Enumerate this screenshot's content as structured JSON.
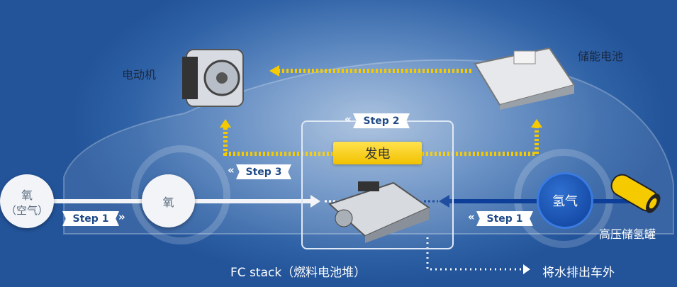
{
  "labels": {
    "motor": "电动机",
    "battery": "储能电池",
    "fc_stack": "FC stack（燃料电池堆）",
    "tank": "高压储氢罐",
    "water": "将水排出车外",
    "generate": "发电"
  },
  "circles": {
    "oxygen_air_top": "氧",
    "oxygen_air_bottom": "（空气）",
    "oxygen": "氧",
    "hydrogen": "氢气"
  },
  "steps": {
    "step1_left": "Step 1",
    "step1_right": "Step 1",
    "step2": "Step 2",
    "step3": "Step 3"
  },
  "colors": {
    "background": "#2f62a6",
    "yellow": "#f5cb00",
    "hydrogen_line": "#0d3f9a"
  }
}
